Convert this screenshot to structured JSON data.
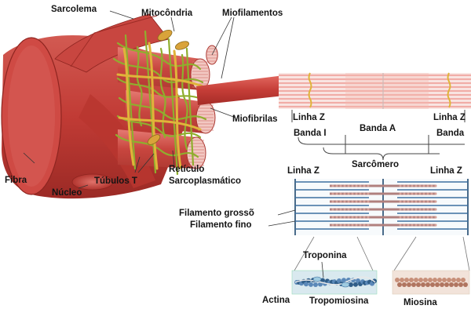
{
  "labels": {
    "sarcolema": "Sarcolema",
    "mitocondria": "Mitocôndria",
    "miofilamentos": "Miofilamentos",
    "miofibrilas": "Miofibrilas",
    "fibra": "Fibra",
    "nucleo": "Núcleo",
    "tubulos_t": "Túbulos T",
    "reticulo_1": "Retículo",
    "reticulo_2": "Sarcoplasmático",
    "linha_z_left": "Linha Z",
    "linha_z_right": "Linha Z",
    "banda_a": "Banda A",
    "banda_i_left": "Banda I",
    "banda_i_right": "Banda",
    "sarcomero": "Sarcômero",
    "linha_z_lower_left": "Linha Z",
    "linha_z_lower_right": "Linha Z",
    "filamento_grosso": "Filamento grossõ",
    "filamento_fino": "Filamento fino",
    "troponina": "Troponina",
    "actina": "Actina",
    "tropomiosina": "Tropomiosina",
    "miosina": "Miosina"
  },
  "colors": {
    "muscle": "#c9443f",
    "muscle_dark": "#8e2520",
    "reticulum": "#8fae2e",
    "tubule": "#e0b43a",
    "myofibril_stripe": "#ef9a93",
    "thin_filament": "#3d6fa0",
    "thick_filament": "#b0807e",
    "actin_bead": "#5a88b8",
    "myosin_bead": "#c78f79"
  }
}
